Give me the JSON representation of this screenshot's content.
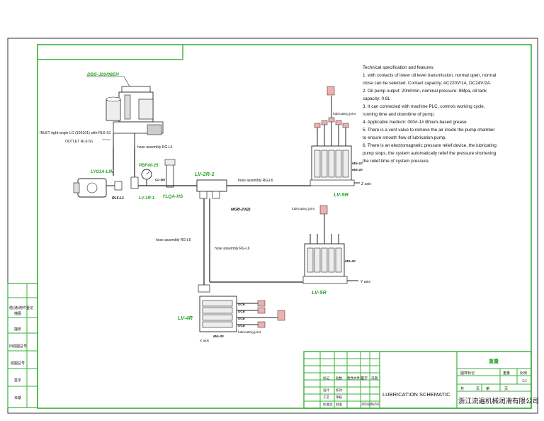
{
  "spec": {
    "title": "Technical specification and features:",
    "lines": [
      "1. with contacts of lower oil level transmission, normal open, normal",
      "close can be selected. Contact capacity: AC220V/1A, DC24V/2A.",
      "2. Oil pump output: 20ml/min, nominal pressure: 8Mpa, oil tank",
      "capacity: 0.8L",
      "3. It can connected with machine PLC, controls working cycle,",
      "running time and downtime of pump.",
      "4. Applicable medium: 000#-1# lithium-based grease.",
      "5. There is a vent valve to remove the air inside the pump chamber",
      "to ensure smooth flow of lubrication pump.",
      "6. There is an electromagnetic pressure relief device, the lubricating",
      "pump stops, the system automatically relief the pressure shortening",
      "the relief time of system pressure."
    ]
  },
  "components": {
    "pump": "DBS-J20/08EH",
    "inlet": "INLET right-angle LC (106101) with RL6-S1",
    "outlet": "OUTLET RL6-S1",
    "filter": "LYG3A-L8V",
    "rl6l1": "RL6-L1",
    "gauge": "PBF40-25",
    "check": "LV-1R-1",
    "ylqa": "YLQA-HS",
    "cl": "CL-W2",
    "lv2r1": "LV-2R-1",
    "mgb": "MGB-20(2)",
    "lv5r_top": "LV-5R",
    "lv5r_mid": "LV-5R",
    "lv4r": "LV-4R",
    "mg_top_a": "MG-10",
    "mg_top_b": "MG-20",
    "mg_mid": "MG-20",
    "mg_bot": "MG-30",
    "ocb": "OCB"
  },
  "labels": {
    "hose1": "hose assembly RG-L6",
    "hose2": "hose assembly RG-L6",
    "hose3": "hose assembly RG-L6",
    "hose4": "hose assembly RG-L6",
    "lub_joint_top": "lubricating joint",
    "lub_joint_mid": "lubricating joint",
    "lub_joint_bot": "lubricating joint",
    "z_axis": "Z axis",
    "y_axis": "Y axis",
    "x_axis": "X axis"
  },
  "title_block": {
    "drawing_title": "LUBRICATION SCHEMATIC",
    "company": "浙江流遍机械润滑有限公司",
    "weight": "重量",
    "date": "2016/06/16",
    "scale_ratio": "1:1",
    "hdr_mark": "图样标记",
    "hdr_weight": "重量",
    "hdr_ratio": "比例",
    "hdr_total": "共",
    "hdr_sheet": "页",
    "hdr_sheet2": "第",
    "hdr_page": "页",
    "row_labels": [
      "标记",
      "处数",
      "更改文件号",
      "签字",
      "日期"
    ],
    "sign_labels": [
      "设计",
      "校对",
      "审核",
      "批准",
      "工艺",
      "标准化"
    ]
  },
  "left_column": [
    "借(通)用件登记",
    "描图",
    "描校",
    "旧底图总号",
    "底图总号",
    "签字",
    "日期"
  ]
}
